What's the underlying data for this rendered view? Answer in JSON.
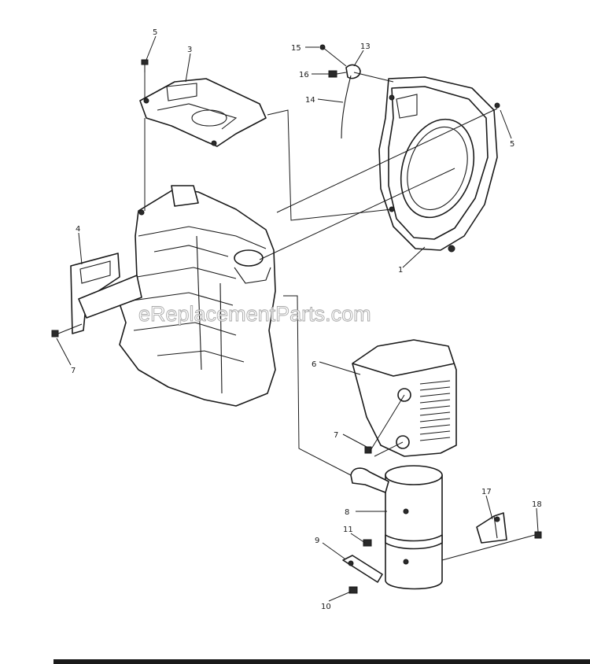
{
  "watermark": "eReplacementParts.com",
  "callouts": [
    {
      "id": "c5a",
      "label": "5"
    },
    {
      "id": "c3",
      "label": "3"
    },
    {
      "id": "c15",
      "label": "15"
    },
    {
      "id": "c13",
      "label": "13"
    },
    {
      "id": "c16",
      "label": "16"
    },
    {
      "id": "c14",
      "label": "14"
    },
    {
      "id": "c5b",
      "label": "5"
    },
    {
      "id": "c1",
      "label": "1"
    },
    {
      "id": "c4",
      "label": "4"
    },
    {
      "id": "c7a",
      "label": "7"
    },
    {
      "id": "c6",
      "label": "6"
    },
    {
      "id": "c7b",
      "label": "7"
    },
    {
      "id": "c8",
      "label": "8"
    },
    {
      "id": "c11",
      "label": "11"
    },
    {
      "id": "c17",
      "label": "17"
    },
    {
      "id": "c18",
      "label": "18"
    },
    {
      "id": "c9",
      "label": "9"
    },
    {
      "id": "c10",
      "label": "10"
    }
  ],
  "colors": {
    "ink": "#1a1a1a",
    "paper": "#ffffff",
    "watermark": "#9a9a9a"
  }
}
